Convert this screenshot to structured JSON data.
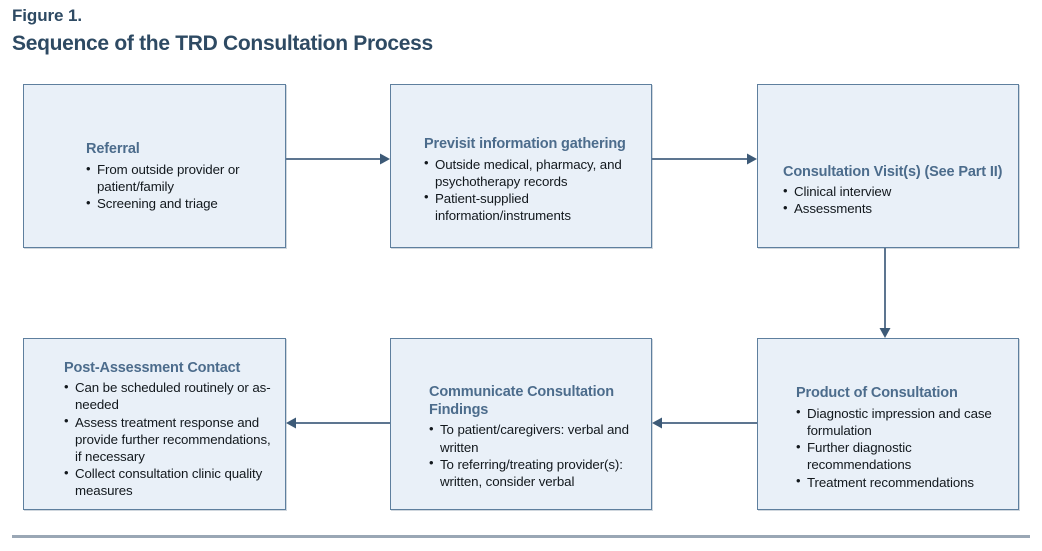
{
  "figure": {
    "label": "Figure 1.",
    "title": "Sequence of the TRD Consultation Process"
  },
  "colors": {
    "box_fill": "#e9f0f8",
    "box_border": "#5e7f9e",
    "heading_text": "#2e4a63",
    "node_title_text": "#4c6c8c",
    "body_text": "#12181d",
    "connector": "#5d7590",
    "footer_rule": "#9aa7b5"
  },
  "nodes": [
    {
      "id": "referral",
      "title": "Referral",
      "items": [
        "From outside provider or patient/family",
        "Screening and triage"
      ]
    },
    {
      "id": "previsit",
      "title": "Previsit information gathering",
      "items": [
        "Outside medical, pharmacy, and psychotherapy records",
        "Patient-supplied information/instruments"
      ]
    },
    {
      "id": "consult-visit",
      "title": "Consultation Visit(s) (See Part II)",
      "items": [
        "Clinical interview",
        "Assessments"
      ]
    },
    {
      "id": "product",
      "title": "Product of Consultation",
      "items": [
        "Diagnostic impression and case formulation",
        "Further diagnostic recommendations",
        "Treatment recommendations"
      ]
    },
    {
      "id": "communicate",
      "title": "Communicate Consultation Findings",
      "items": [
        "To patient/caregivers: verbal and written",
        "To referring/treating provider(s): written, consider verbal"
      ]
    },
    {
      "id": "post-assessment",
      "title": "Post-Assessment Contact",
      "items": [
        "Can be scheduled routinely or as-needed",
        "Assess treatment response and provide further recommendations, if necessary",
        "Collect consultation clinic quality measures"
      ]
    }
  ],
  "connectors": [
    {
      "id": "referral-to-previsit",
      "from": "referral",
      "to": "previsit",
      "direction": "right"
    },
    {
      "id": "previsit-to-consult",
      "from": "previsit",
      "to": "consult-visit",
      "direction": "right"
    },
    {
      "id": "consult-to-product",
      "from": "consult-visit",
      "to": "product",
      "direction": "down"
    },
    {
      "id": "product-to-communicate",
      "from": "product",
      "to": "communicate",
      "direction": "left"
    },
    {
      "id": "communicate-to-post",
      "from": "communicate",
      "to": "post-assessment",
      "direction": "left"
    }
  ]
}
